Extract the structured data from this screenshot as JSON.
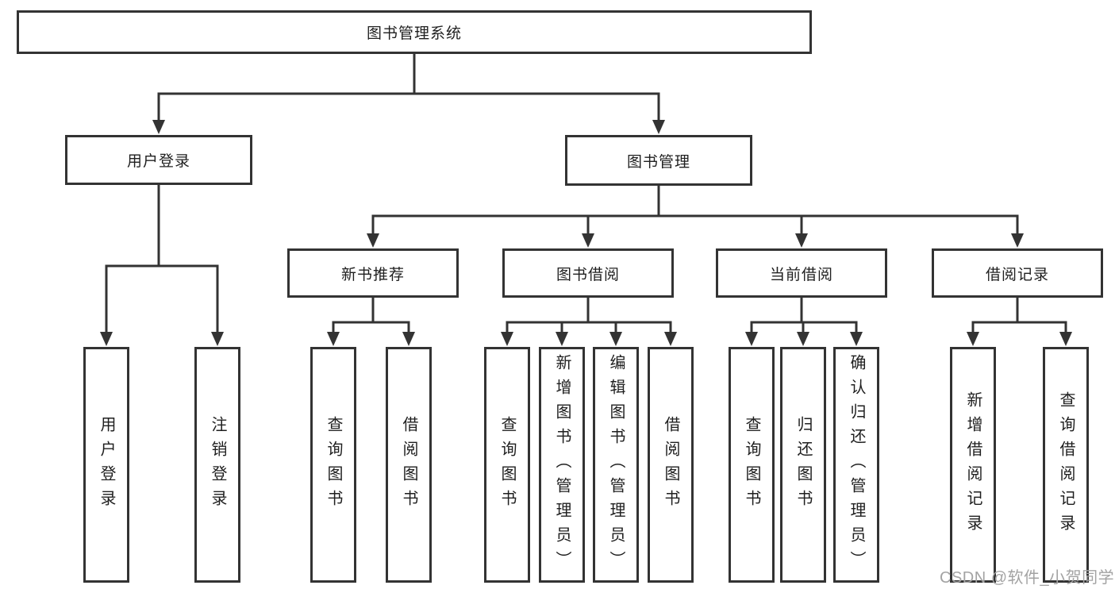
{
  "nodes": {
    "root": {
      "label": "图书管理系统"
    },
    "user_login": {
      "label": "用户登录"
    },
    "book_mgmt": {
      "label": "图书管理"
    },
    "new_book_rec": {
      "label": "新书推荐"
    },
    "book_borrow": {
      "label": "图书借阅"
    },
    "current_borrow": {
      "label": "当前借阅"
    },
    "borrow_records": {
      "label": "借阅记录"
    },
    "leaf_user_login": {
      "label": "用户登录"
    },
    "leaf_logout": {
      "label": "注销登录"
    },
    "leaf_nb_query_book": {
      "label": "查询图书"
    },
    "leaf_nb_borrow_book": {
      "label": "借阅图书"
    },
    "leaf_bb_query_book": {
      "label": "查询图书"
    },
    "leaf_bb_add_book": {
      "label": "新增图书（管理员）"
    },
    "leaf_bb_edit_book": {
      "label": "编辑图书（管理员）"
    },
    "leaf_bb_borrow_book": {
      "label": "借阅图书"
    },
    "leaf_cb_query_book": {
      "label": "查询图书"
    },
    "leaf_cb_return_book": {
      "label": "归还图书"
    },
    "leaf_cb_confirm_return": {
      "label": "确认归还（管理员）"
    },
    "leaf_br_add_record": {
      "label": "新增借阅记录"
    },
    "leaf_br_query_record": {
      "label": "查询借阅记录"
    }
  },
  "hierarchy": {
    "label": "图书管理系统",
    "children": [
      {
        "label": "用户登录",
        "children": [
          "用户登录",
          "注销登录"
        ]
      },
      {
        "label": "图书管理",
        "children": [
          {
            "label": "新书推荐",
            "children": [
              "查询图书",
              "借阅图书"
            ]
          },
          {
            "label": "图书借阅",
            "children": [
              "查询图书",
              "新增图书（管理员）",
              "编辑图书（管理员）",
              "借阅图书"
            ]
          },
          {
            "label": "当前借阅",
            "children": [
              "查询图书",
              "归还图书",
              "确认归还（管理员）"
            ]
          },
          {
            "label": "借阅记录",
            "children": [
              "新增借阅记录",
              "查询借阅记录"
            ]
          }
        ]
      }
    ]
  },
  "watermark": {
    "text": "CSDN @软件_小贺同学"
  },
  "colors": {
    "line": "#333333",
    "node_border": "#333333",
    "node_text": "#1f1f1f",
    "background": "#ffffff",
    "watermark": "#a3a3a3"
  }
}
